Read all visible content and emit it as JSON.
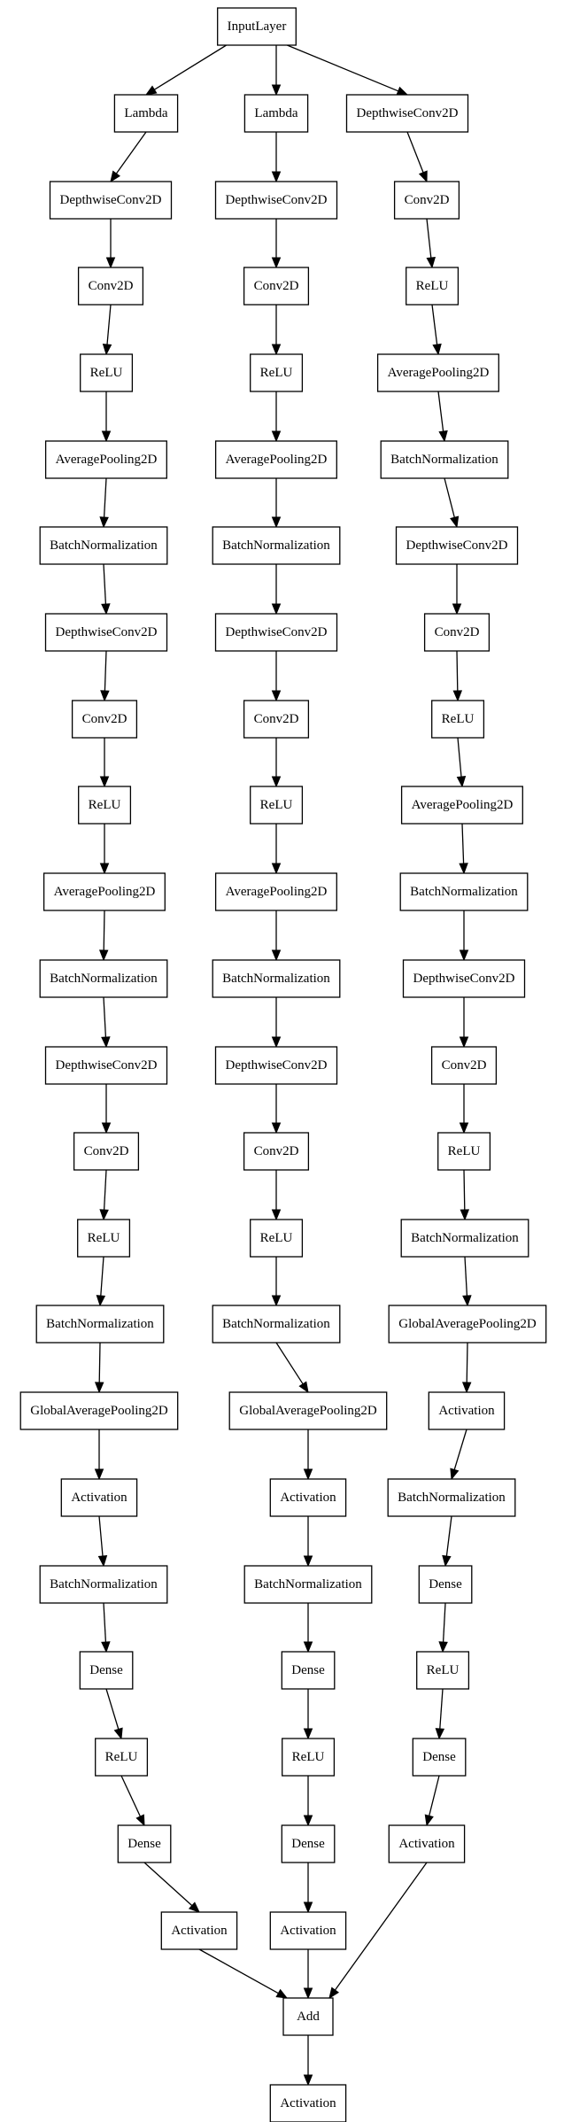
{
  "nodes": [
    {
      "id": "n0",
      "label": "InputLayer"
    },
    {
      "id": "a1",
      "label": "Lambda"
    },
    {
      "id": "a2",
      "label": "DepthwiseConv2D"
    },
    {
      "id": "a3",
      "label": "Conv2D"
    },
    {
      "id": "a4",
      "label": "ReLU"
    },
    {
      "id": "a5",
      "label": "AveragePooling2D"
    },
    {
      "id": "a6",
      "label": "BatchNormalization"
    },
    {
      "id": "a7",
      "label": "DepthwiseConv2D"
    },
    {
      "id": "a8",
      "label": "Conv2D"
    },
    {
      "id": "a9",
      "label": "ReLU"
    },
    {
      "id": "a10",
      "label": "AveragePooling2D"
    },
    {
      "id": "a11",
      "label": "BatchNormalization"
    },
    {
      "id": "a12",
      "label": "DepthwiseConv2D"
    },
    {
      "id": "a13",
      "label": "Conv2D"
    },
    {
      "id": "a14",
      "label": "ReLU"
    },
    {
      "id": "a15",
      "label": "BatchNormalization"
    },
    {
      "id": "a16",
      "label": "GlobalAveragePooling2D"
    },
    {
      "id": "a17",
      "label": "Activation"
    },
    {
      "id": "a18",
      "label": "BatchNormalization"
    },
    {
      "id": "a19",
      "label": "Dense"
    },
    {
      "id": "a20",
      "label": "ReLU"
    },
    {
      "id": "a21",
      "label": "Dense"
    },
    {
      "id": "a22",
      "label": "Activation"
    },
    {
      "id": "b1",
      "label": "Lambda"
    },
    {
      "id": "b2",
      "label": "DepthwiseConv2D"
    },
    {
      "id": "b3",
      "label": "Conv2D"
    },
    {
      "id": "b4",
      "label": "ReLU"
    },
    {
      "id": "b5",
      "label": "AveragePooling2D"
    },
    {
      "id": "b6",
      "label": "BatchNormalization"
    },
    {
      "id": "b7",
      "label": "DepthwiseConv2D"
    },
    {
      "id": "b8",
      "label": "Conv2D"
    },
    {
      "id": "b9",
      "label": "ReLU"
    },
    {
      "id": "b10",
      "label": "AveragePooling2D"
    },
    {
      "id": "b11",
      "label": "BatchNormalization"
    },
    {
      "id": "b12",
      "label": "DepthwiseConv2D"
    },
    {
      "id": "b13",
      "label": "Conv2D"
    },
    {
      "id": "b14",
      "label": "ReLU"
    },
    {
      "id": "b15",
      "label": "BatchNormalization"
    },
    {
      "id": "b16",
      "label": "GlobalAveragePooling2D"
    },
    {
      "id": "b17",
      "label": "Activation"
    },
    {
      "id": "b18",
      "label": "BatchNormalization"
    },
    {
      "id": "b19",
      "label": "Dense"
    },
    {
      "id": "b20",
      "label": "ReLU"
    },
    {
      "id": "b21",
      "label": "Dense"
    },
    {
      "id": "b22",
      "label": "Activation"
    },
    {
      "id": "c1",
      "label": "DepthwiseConv2D"
    },
    {
      "id": "c2",
      "label": "Conv2D"
    },
    {
      "id": "c3",
      "label": "ReLU"
    },
    {
      "id": "c4",
      "label": "AveragePooling2D"
    },
    {
      "id": "c5",
      "label": "BatchNormalization"
    },
    {
      "id": "c6",
      "label": "DepthwiseConv2D"
    },
    {
      "id": "c7",
      "label": "Conv2D"
    },
    {
      "id": "c8",
      "label": "ReLU"
    },
    {
      "id": "c9",
      "label": "AveragePooling2D"
    },
    {
      "id": "c10",
      "label": "BatchNormalization"
    },
    {
      "id": "c11",
      "label": "DepthwiseConv2D"
    },
    {
      "id": "c12",
      "label": "Conv2D"
    },
    {
      "id": "c13",
      "label": "ReLU"
    },
    {
      "id": "c14",
      "label": "BatchNormalization"
    },
    {
      "id": "c15",
      "label": "GlobalAveragePooling2D"
    },
    {
      "id": "c16",
      "label": "Activation"
    },
    {
      "id": "c17",
      "label": "BatchNormalization"
    },
    {
      "id": "c18",
      "label": "Dense"
    },
    {
      "id": "c19",
      "label": "ReLU"
    },
    {
      "id": "c20",
      "label": "Dense"
    },
    {
      "id": "c21",
      "label": "Activation"
    },
    {
      "id": "m1",
      "label": "Add"
    },
    {
      "id": "m2",
      "label": "Activation"
    }
  ],
  "edges": [
    [
      "n0",
      "a1"
    ],
    [
      "a1",
      "a2"
    ],
    [
      "a2",
      "a3"
    ],
    [
      "a3",
      "a4"
    ],
    [
      "a4",
      "a5"
    ],
    [
      "a5",
      "a6"
    ],
    [
      "a6",
      "a7"
    ],
    [
      "a7",
      "a8"
    ],
    [
      "a8",
      "a9"
    ],
    [
      "a9",
      "a10"
    ],
    [
      "a10",
      "a11"
    ],
    [
      "a11",
      "a12"
    ],
    [
      "a12",
      "a13"
    ],
    [
      "a13",
      "a14"
    ],
    [
      "a14",
      "a15"
    ],
    [
      "a15",
      "a16"
    ],
    [
      "a16",
      "a17"
    ],
    [
      "a17",
      "a18"
    ],
    [
      "a18",
      "a19"
    ],
    [
      "a19",
      "a20"
    ],
    [
      "a20",
      "a21"
    ],
    [
      "a21",
      "a22"
    ],
    [
      "a22",
      "m1"
    ],
    [
      "n0",
      "b1"
    ],
    [
      "b1",
      "b2"
    ],
    [
      "b2",
      "b3"
    ],
    [
      "b3",
      "b4"
    ],
    [
      "b4",
      "b5"
    ],
    [
      "b5",
      "b6"
    ],
    [
      "b6",
      "b7"
    ],
    [
      "b7",
      "b8"
    ],
    [
      "b8",
      "b9"
    ],
    [
      "b9",
      "b10"
    ],
    [
      "b10",
      "b11"
    ],
    [
      "b11",
      "b12"
    ],
    [
      "b12",
      "b13"
    ],
    [
      "b13",
      "b14"
    ],
    [
      "b14",
      "b15"
    ],
    [
      "b15",
      "b16"
    ],
    [
      "b16",
      "b17"
    ],
    [
      "b17",
      "b18"
    ],
    [
      "b18",
      "b19"
    ],
    [
      "b19",
      "b20"
    ],
    [
      "b20",
      "b21"
    ],
    [
      "b21",
      "b22"
    ],
    [
      "b22",
      "m1"
    ],
    [
      "n0",
      "c1"
    ],
    [
      "c1",
      "c2"
    ],
    [
      "c2",
      "c3"
    ],
    [
      "c3",
      "c4"
    ],
    [
      "c4",
      "c5"
    ],
    [
      "c5",
      "c6"
    ],
    [
      "c6",
      "c7"
    ],
    [
      "c7",
      "c8"
    ],
    [
      "c8",
      "c9"
    ],
    [
      "c9",
      "c10"
    ],
    [
      "c10",
      "c11"
    ],
    [
      "c11",
      "c12"
    ],
    [
      "c12",
      "c13"
    ],
    [
      "c13",
      "c14"
    ],
    [
      "c14",
      "c15"
    ],
    [
      "c15",
      "c16"
    ],
    [
      "c16",
      "c17"
    ],
    [
      "c17",
      "c18"
    ],
    [
      "c18",
      "c19"
    ],
    [
      "c19",
      "c20"
    ],
    [
      "c20",
      "c21"
    ],
    [
      "c21",
      "m1"
    ],
    [
      "m1",
      "m2"
    ]
  ]
}
